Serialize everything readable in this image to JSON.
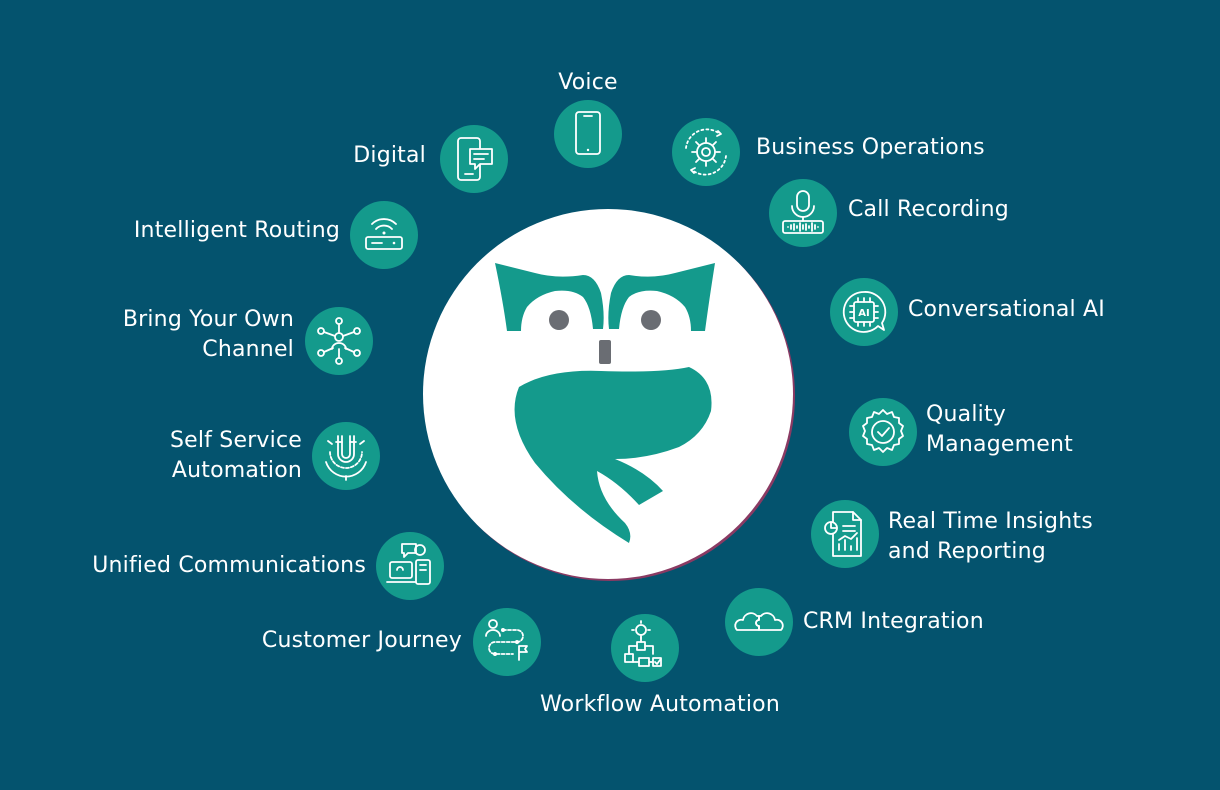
{
  "colors": {
    "background": "#04536e",
    "accent": "#149a8c",
    "hub": "#ffffff",
    "text": "#ffffff",
    "owl_eye": "#6a6d73"
  },
  "center": {
    "logo": "owl-logo"
  },
  "features": [
    {
      "id": "voice",
      "label": "Voice",
      "icon": "smartphone-icon"
    },
    {
      "id": "digital",
      "label": "Digital",
      "icon": "phone-chat-icon"
    },
    {
      "id": "business-operations",
      "label": "Business Operations",
      "icon": "gear-cycle-icon"
    },
    {
      "id": "intelligent-routing",
      "label": "Intelligent Routing",
      "icon": "router-icon"
    },
    {
      "id": "call-recording",
      "label": "Call Recording",
      "icon": "microphone-icon"
    },
    {
      "id": "byoc",
      "label_lines": [
        "Bring Your Own",
        "Channel"
      ],
      "icon": "network-icon"
    },
    {
      "id": "conversational-ai",
      "label": "Conversational AI",
      "icon": "ai-chip-icon"
    },
    {
      "id": "self-service",
      "label_lines": [
        "Self Service",
        "Automation"
      ],
      "icon": "magnet-gear-icon"
    },
    {
      "id": "quality-management",
      "label_lines": [
        "Quality",
        "Management"
      ],
      "icon": "quality-gear-icon"
    },
    {
      "id": "real-time-insights",
      "label_lines": [
        "Real Time Insights",
        "and Reporting"
      ],
      "icon": "report-chart-icon"
    },
    {
      "id": "unified-communications",
      "label": "Unified Communications",
      "icon": "devices-chat-icon"
    },
    {
      "id": "crm-integration",
      "label": "CRM Integration",
      "icon": "puzzle-cloud-icon"
    },
    {
      "id": "customer-journey",
      "label": "Customer Journey",
      "icon": "journey-path-icon"
    },
    {
      "id": "workflow-automation",
      "label": "Workflow Automation",
      "icon": "workflow-icon"
    }
  ]
}
